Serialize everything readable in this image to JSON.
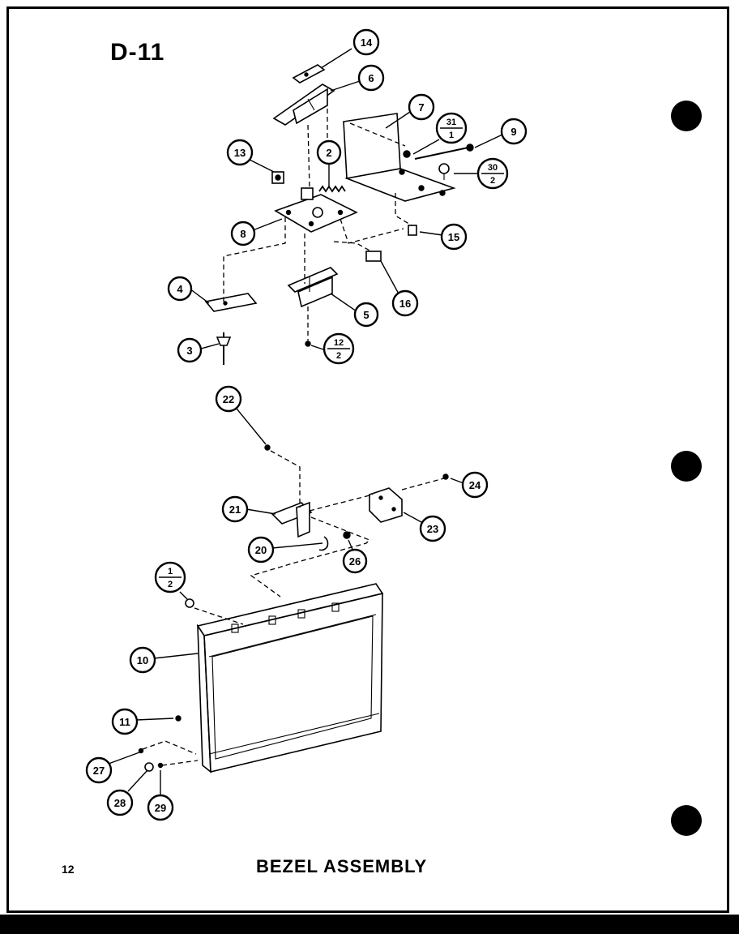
{
  "page": {
    "code": "D-11",
    "number": "12",
    "title": "BEZEL ASSEMBLY"
  },
  "callouts": [
    {
      "id": "14",
      "label": "14"
    },
    {
      "id": "6",
      "label": "6"
    },
    {
      "id": "7",
      "label": "7"
    },
    {
      "id": "31-1",
      "numerator": "31",
      "denominator": "1"
    },
    {
      "id": "9",
      "label": "9"
    },
    {
      "id": "13",
      "label": "13"
    },
    {
      "id": "2",
      "label": "2"
    },
    {
      "id": "30-2",
      "numerator": "30",
      "denominator": "2"
    },
    {
      "id": "8",
      "label": "8"
    },
    {
      "id": "15",
      "label": "15"
    },
    {
      "id": "4",
      "label": "4"
    },
    {
      "id": "5",
      "label": "5"
    },
    {
      "id": "16",
      "label": "16"
    },
    {
      "id": "3",
      "label": "3"
    },
    {
      "id": "12-2",
      "numerator": "12",
      "denominator": "2"
    },
    {
      "id": "22",
      "label": "22"
    },
    {
      "id": "24",
      "label": "24"
    },
    {
      "id": "21",
      "label": "21"
    },
    {
      "id": "23",
      "label": "23"
    },
    {
      "id": "20",
      "label": "20"
    },
    {
      "id": "26",
      "label": "26"
    },
    {
      "id": "1-2",
      "numerator": "1",
      "denominator": "2"
    },
    {
      "id": "10",
      "label": "10"
    },
    {
      "id": "11",
      "label": "11"
    },
    {
      "id": "27",
      "label": "27"
    },
    {
      "id": "28",
      "label": "28"
    },
    {
      "id": "29",
      "label": "29"
    }
  ]
}
